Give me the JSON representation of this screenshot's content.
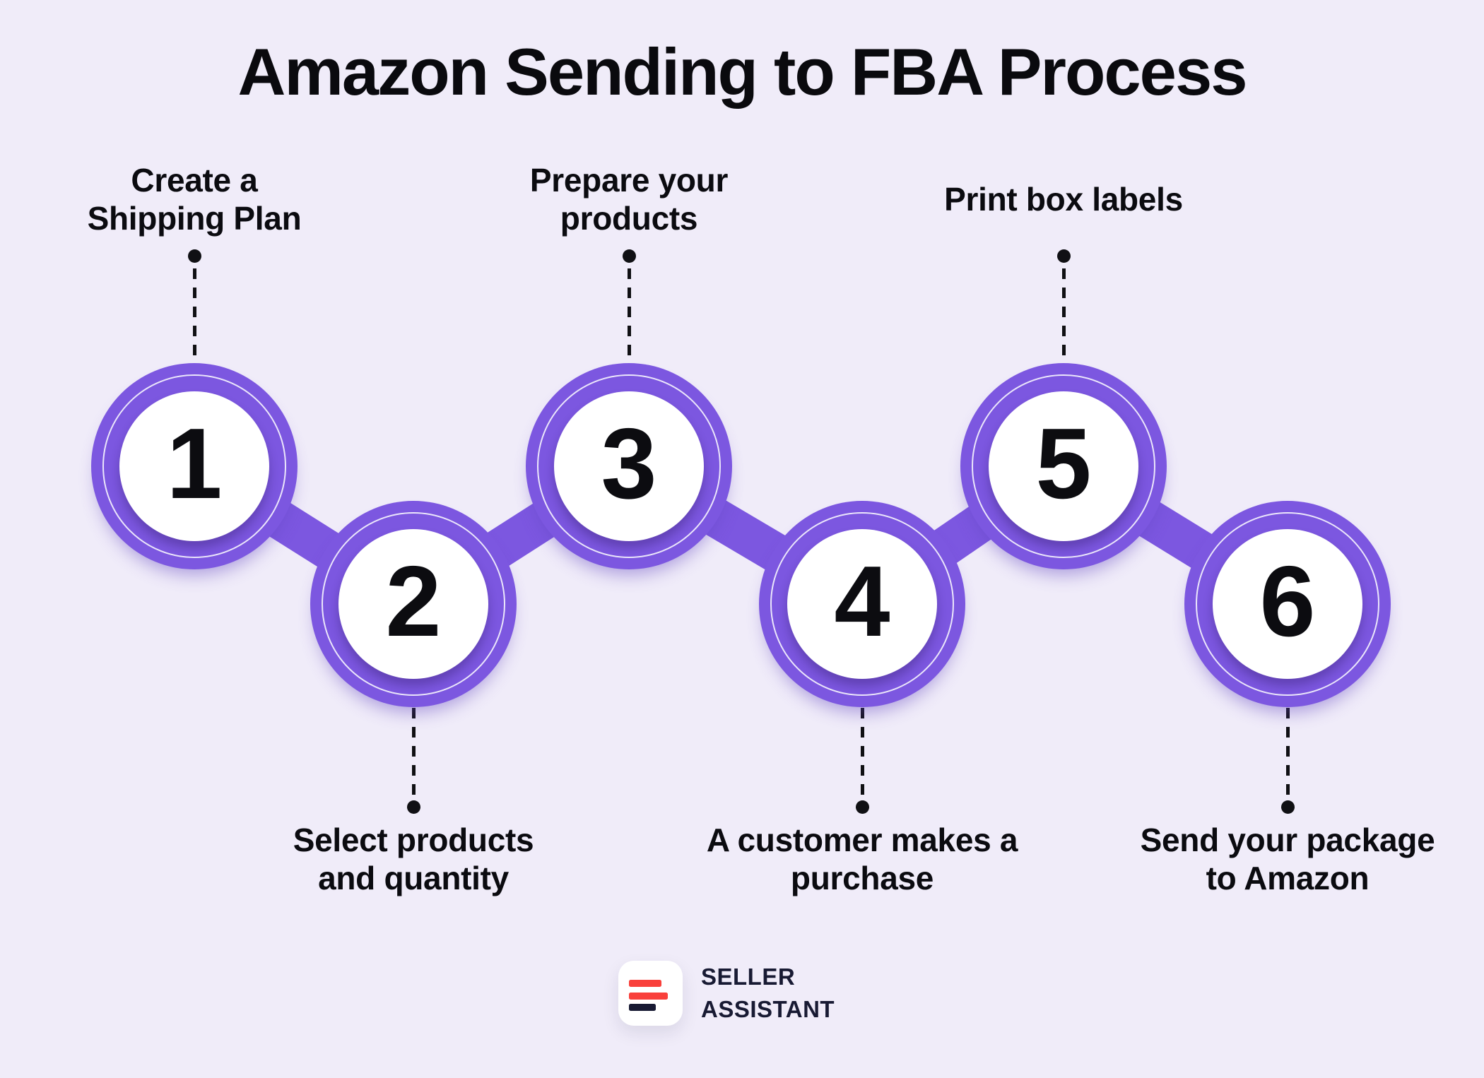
{
  "title": "Amazon Sending to FBA Process",
  "steps": [
    {
      "number": "1",
      "line1": "Create a",
      "line2": "Shipping Plan",
      "row": "top"
    },
    {
      "number": "2",
      "line1": "Select products",
      "line2": "and quantity",
      "row": "bottom"
    },
    {
      "number": "3",
      "line1": "Prepare your",
      "line2": "products",
      "row": "top"
    },
    {
      "number": "4",
      "line1": "A customer makes a",
      "line2": "purchase",
      "row": "bottom"
    },
    {
      "number": "5",
      "line1": "Print box labels",
      "line2": "",
      "row": "top"
    },
    {
      "number": "6",
      "line1": "Send your package",
      "line2": "to Amazon",
      "row": "bottom"
    }
  ],
  "logo": {
    "line1": "SELLER",
    "line2": "ASSISTANT"
  },
  "colors": {
    "background": "#F0ECF9",
    "purple": "#7C57E0",
    "text": "#0B0B10",
    "logo_red": "#F9403B",
    "logo_dark": "#181A33"
  }
}
